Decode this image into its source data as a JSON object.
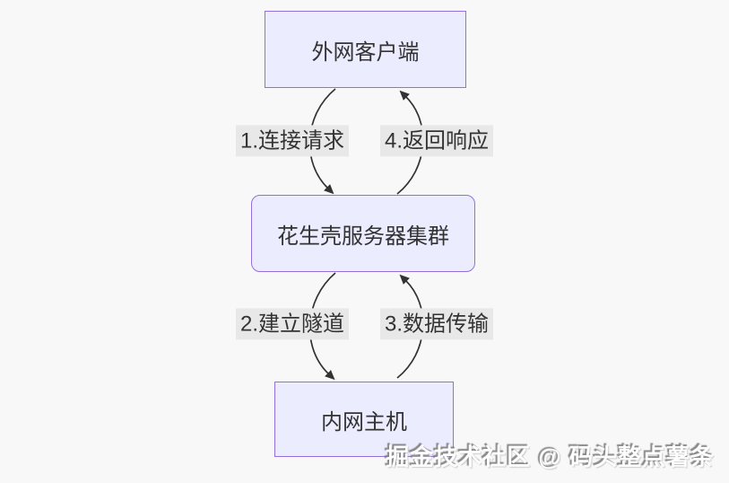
{
  "diagram": {
    "type": "flowchart",
    "direction": "top-down",
    "nodes": [
      {
        "id": "external-client",
        "label": "外网客户端",
        "shape": "rectangle"
      },
      {
        "id": "oray-server-cluster",
        "label": "花生壳服务器集群",
        "shape": "rounded-rectangle"
      },
      {
        "id": "intranet-host",
        "label": "内网主机",
        "shape": "rectangle"
      }
    ],
    "edges": [
      {
        "from": "external-client",
        "to": "oray-server-cluster",
        "label": "1.连接请求",
        "direction": "down"
      },
      {
        "from": "oray-server-cluster",
        "to": "external-client",
        "label": "4.返回响应",
        "direction": "up"
      },
      {
        "from": "oray-server-cluster",
        "to": "intranet-host",
        "label": "2.建立隧道",
        "direction": "down"
      },
      {
        "from": "intranet-host",
        "to": "oray-server-cluster",
        "label": "3.数据传输",
        "direction": "up"
      }
    ]
  },
  "watermark": {
    "text": "掘金技术社区 @ 码头整点薯条"
  },
  "colors": {
    "background": "#f8f8f8",
    "node_fill": "#ECECFF",
    "node_border": "#9370DB",
    "edge_stroke": "#333333",
    "edge_label_bg": "#e8e8e8",
    "text": "#333333",
    "watermark_text": "#fdfdfd",
    "watermark_shadow": "#8f8f8f"
  }
}
